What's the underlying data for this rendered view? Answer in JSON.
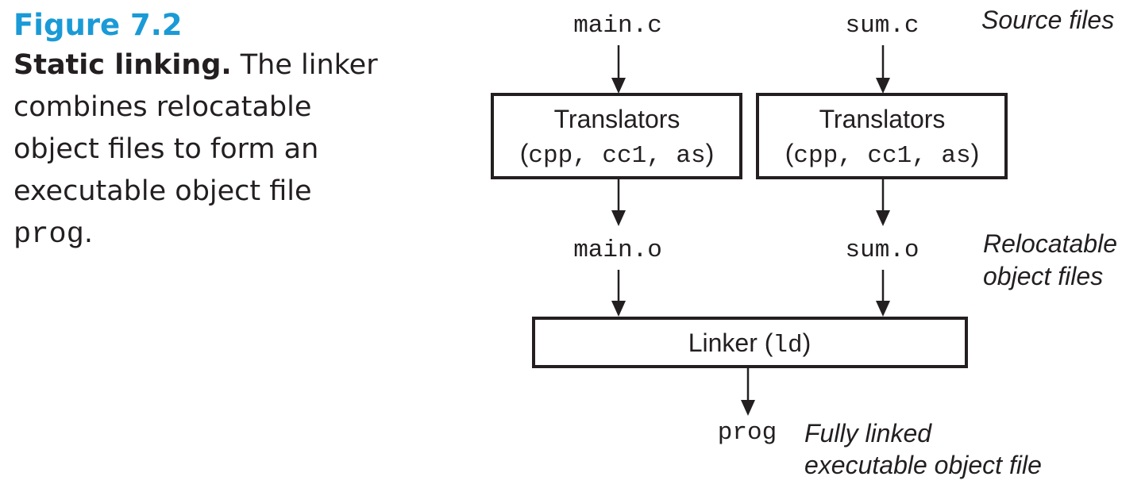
{
  "caption": {
    "figure_number": "Figure 7.2",
    "title": "Static linking.",
    "body": " The linker combines relocatable object files to form an executable object file ",
    "code": "prog",
    "end": "."
  },
  "diagram": {
    "sources": [
      "main.c",
      "sum.c"
    ],
    "translator": {
      "title": "Translators",
      "open": "(",
      "tools": "cpp, cc1, as",
      "close": ")"
    },
    "objects": [
      "main.o",
      "sum.o"
    ],
    "linker": {
      "name": "Linker (",
      "tool": "ld",
      "close": ")"
    },
    "output": "prog",
    "labels": {
      "source": "Source files",
      "relocatable_1": "Relocatable",
      "relocatable_2": "object files",
      "executable_1": "Fully linked",
      "executable_2": "executable object file"
    }
  }
}
